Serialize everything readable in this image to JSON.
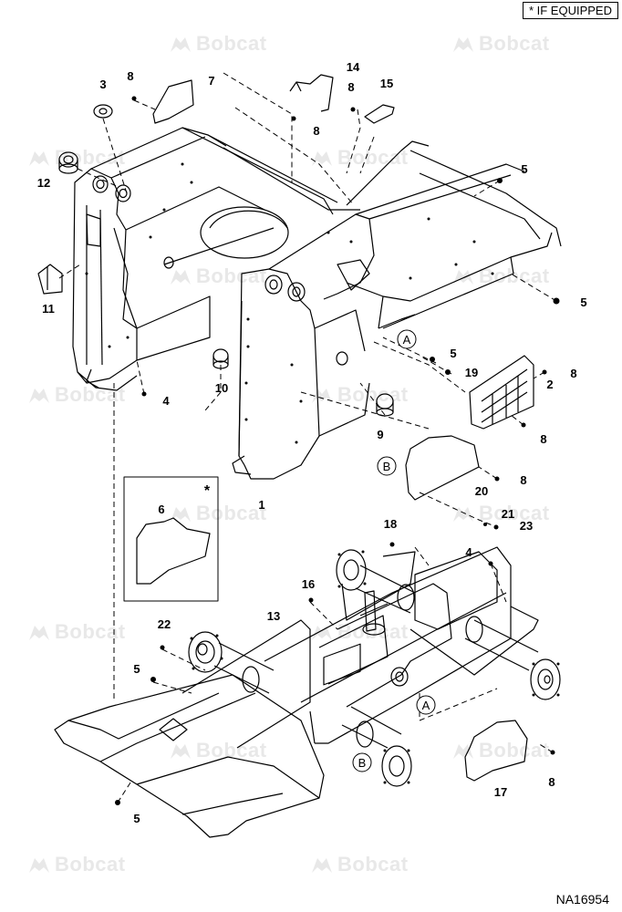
{
  "header": {
    "asterisk": "*",
    "equipped_label": "IF EQUIPPED"
  },
  "footer": {
    "drawing_number": "NA16954"
  },
  "watermark": {
    "text": "Bobcat"
  },
  "callouts": {
    "n1": "1",
    "n2": "2",
    "n3": "3",
    "n4a": "4",
    "n4b": "4",
    "n5a": "5",
    "n5b": "5",
    "n5c": "5",
    "n5d": "5",
    "n5e": "5",
    "n6": "6",
    "n7": "7",
    "n8a": "8",
    "n8b": "8",
    "n8c": "8",
    "n8d": "8",
    "n8e": "8",
    "n8f": "8",
    "n8g": "8",
    "n9": "9",
    "n10": "10",
    "n11": "11",
    "n12": "12",
    "n13": "13",
    "n14": "14",
    "n15": "15",
    "n16": "16",
    "n17": "17",
    "n18": "18",
    "n19": "19",
    "n20": "20",
    "n21": "21",
    "n22": "22",
    "n23": "23"
  },
  "circle_refs": {
    "a1": "A",
    "a2": "A",
    "b1": "B",
    "b2": "B"
  },
  "inset": {
    "asterisk": "*"
  }
}
